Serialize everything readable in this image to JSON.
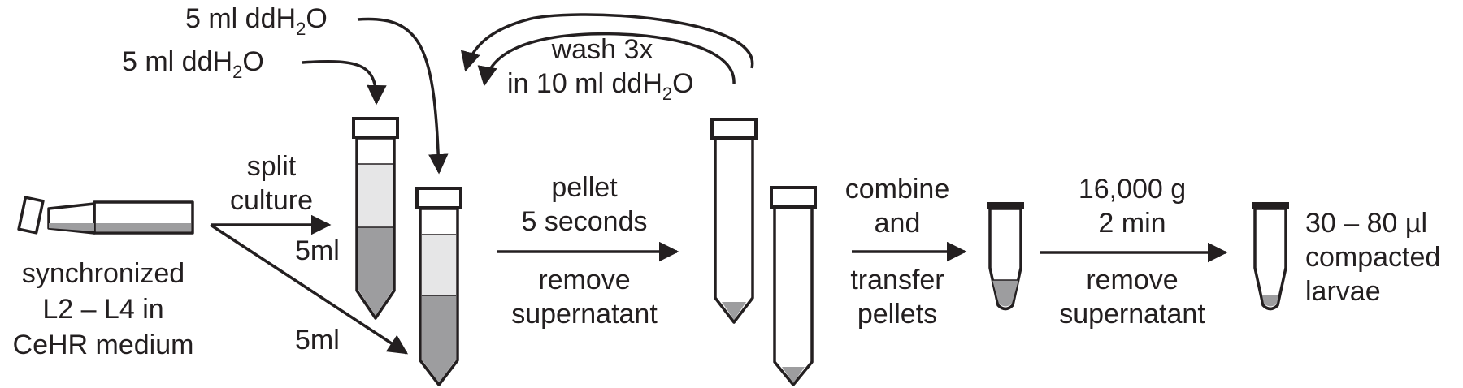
{
  "colors": {
    "ink": "#231f20",
    "liquid_dark": "#9d9d9f",
    "liquid_light": "#e6e6e7",
    "background": "#ffffff"
  },
  "water_label_1": {
    "prefix": "5 ml ddH",
    "sub": "2",
    "suffix": "O"
  },
  "water_label_2": {
    "prefix": "5 ml ddH",
    "sub": "2",
    "suffix": "O"
  },
  "wash": {
    "line1": "wash 3x",
    "line2_prefix": "in 10 ml ddH",
    "line2_sub": "2",
    "line2_suffix": "O"
  },
  "start": {
    "line1": "synchronized",
    "line2": "L2 – L4 in",
    "line3": "CeHR medium"
  },
  "split": {
    "line1": "split",
    "line2": "culture"
  },
  "volumes": {
    "upper": "5ml",
    "lower": "5ml"
  },
  "pellet_step": {
    "above1": "pellet",
    "above2": "5 seconds",
    "below1": "remove",
    "below2": "supernatant"
  },
  "combine_step": {
    "line1": "combine",
    "line2": "and",
    "line3": "transfer",
    "line4": "pellets"
  },
  "spin_step": {
    "above1": "16,000 g",
    "above2": "2 min",
    "below1": "remove",
    "below2": "supernatant"
  },
  "result": {
    "line1": "30 – 80 µl",
    "line2": "compacted",
    "line3": "larvae"
  }
}
